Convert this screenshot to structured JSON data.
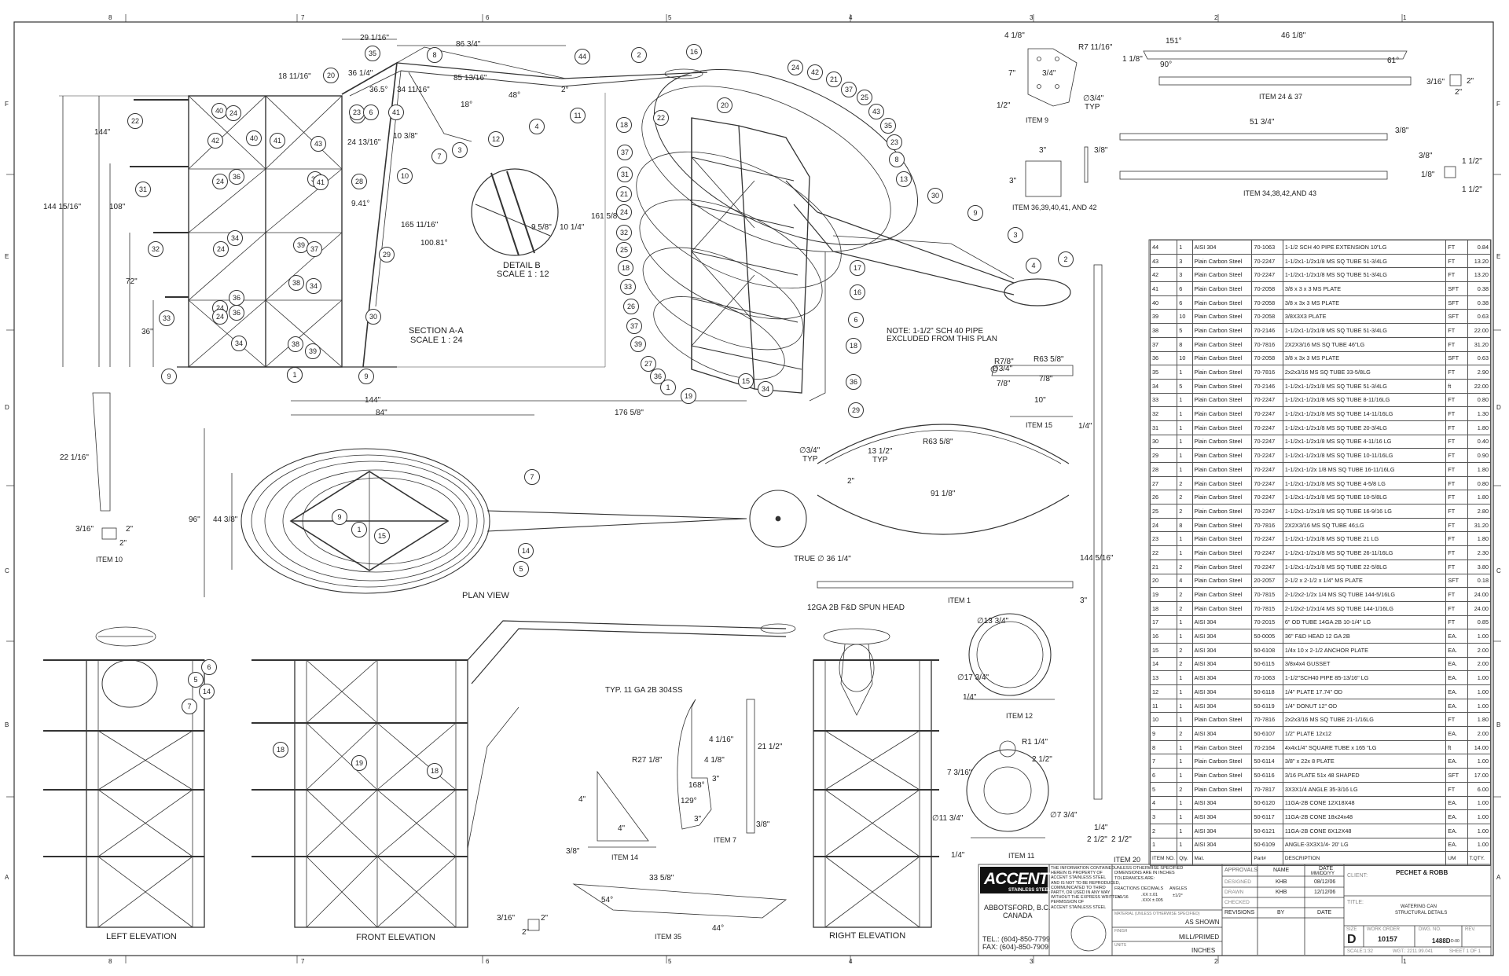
{
  "border": {
    "cols_top": [
      "8",
      "7",
      "6",
      "5",
      "4",
      "3",
      "2",
      "1"
    ],
    "rows_left": [
      "F",
      "E",
      "D",
      "C",
      "B",
      "A"
    ]
  },
  "views": {
    "section_aa": [
      "SECTION A-A",
      "SCALE 1 : 24"
    ],
    "detail_b": [
      "DETAIL B",
      "SCALE 1 : 12"
    ],
    "plan": "PLAN VIEW",
    "left_elev": "LEFT ELEVATION",
    "front_elev": "FRONT ELEVATION",
    "right_elev": "RIGHT ELEVATION",
    "item9": "ITEM 9",
    "item24": "ITEM 24 & 37",
    "item34": "ITEM 34,38,42,AND 43",
    "item36": "ITEM 36,39,40,41, AND 42",
    "item15": "ITEM 15",
    "item10": "ITEM 10",
    "item1": "ITEM 1",
    "item12": "ITEM 12",
    "item11": "ITEM 11",
    "item7": "ITEM 7",
    "item14": "ITEM 14",
    "item35": "ITEM 35",
    "item20": "ITEM 20"
  },
  "notes": {
    "pipe_note": [
      "NOTE: 1-1/2\" SCH 40 PIPE",
      "EXCLUDED FROM THIS PLAN"
    ],
    "spun_head": "12GA 2B F&D SPUN HEAD",
    "typ_gauge": "TYP. 11 GA 2B 304SS",
    "true_dia": "TRUE ∅ 36 1/4\""
  },
  "dims": {
    "d29": "29 1/16\"",
    "d86": "86 3/4\"",
    "d85": "85 13/16\"",
    "d18": "18 11/16\"",
    "d36q": "36 1/4\"",
    "d365": "36.5°",
    "d34": "34 11/16\"",
    "d18b": "18°",
    "d48": "48°",
    "d2": "2°",
    "d144": "144\"",
    "d14415": "144 15/16\"",
    "d108": "108\"",
    "d72": "72\"",
    "d36": "36\"",
    "d103": "10 3/8\"",
    "d2413": "24 13/16\"",
    "d941": "9.41°",
    "d165": "165 11/16\"",
    "d10081": "100.81°",
    "d958": "9 5/8\"",
    "d1014": "10 1/4\"",
    "d1615": "161 5/8\"",
    "p144": "144\"",
    "p84": "84\"",
    "p1765": "176 5/8\"",
    "p96": "96\"",
    "p443": "44 3/8\"",
    "i10a": "22 1/16\"",
    "i10b": "3/16\"",
    "i10c": "2\"",
    "i10d": "2\"",
    "i9a": "4 1/8\"",
    "i9b": "R7 11/16\"",
    "i9c": "7\"",
    "i9d": "3/4\"",
    "i9e": "1/2\"",
    "i9f": "∅3/4\"",
    "i9g": "TYP",
    "i24a": "151°",
    "i24b": "46 1/8\"",
    "i24c": "1 1/8\"",
    "i24d": "90°",
    "i24e": "61°",
    "i24f": "3/16\"",
    "i24g": "2\"",
    "i24h": "2\"",
    "i34a": "51 3/4\"",
    "i34b": "3/8\"",
    "i34c": "3/8\"",
    "i34d": "1 1/2\"",
    "i34e": "1/8\"",
    "i34f": "1 1/2\"",
    "i36a": "3\"",
    "i36b": "3/8\"",
    "i36c": "3\"",
    "i15a": "R7/8\"",
    "i15b": "∅3/4\"",
    "i15c": "7/8\"",
    "i15d": "R63 5/8\"",
    "i15e": "7/8\"",
    "i15f": "10\"",
    "i15g": "1/4\"",
    "i1a": "∅3/4\"",
    "i1b": "TYP",
    "i1c": "13 1/2\"",
    "i1d": "TYP",
    "i1e": "R63 5/8\"",
    "i1f": "2\"",
    "i1g": "91 1/8\"",
    "i1h": "3\"",
    "i20a": "144 5/16\"",
    "i20b": "1/4\"",
    "i20c": "2 1/2\"",
    "i20d": "2 1/2\"",
    "i12a": "∅13 3/4\"",
    "i12b": "∅17 3/4\"",
    "i12c": "1/4\"",
    "i11a": "R1 1/4\"",
    "i11b": "2 1/2\"",
    "i11c": "7 3/16\"",
    "i11d": "∅7 3/4\"",
    "i11e": "∅11 3/4\"",
    "i11f": "1/4\"",
    "i7a": "R27 1/8\"",
    "i7b": "4 1/16\"",
    "i7c": "4 1/8\"",
    "i7d": "3\"",
    "i7e": "168°",
    "i7f": "129°",
    "i7g": "3\"",
    "i7h": "21 1/2\"",
    "i7i": "3/8\"",
    "i14a": "4\"",
    "i14b": "4\"",
    "i14c": "3/8\"",
    "i35a": "33 5/8\"",
    "i35b": "54°",
    "i35c": "44°",
    "i35d": "3/16\"",
    "i35e": "2\"",
    "i35f": "2\""
  },
  "balloons": {
    "section": [
      "35",
      "8",
      "44",
      "2",
      "16",
      "20",
      "1",
      "22",
      "40",
      "24",
      "37",
      "41",
      "23",
      "6",
      "11",
      "12",
      "4",
      "42",
      "40",
      "41",
      "43",
      "3",
      "7",
      "10",
      "31",
      "24",
      "36",
      "37",
      "41",
      "28",
      "32",
      "24",
      "34",
      "39",
      "37",
      "29",
      "33",
      "24",
      "36",
      "38",
      "34",
      "30",
      "24",
      "36",
      "34",
      "38",
      "39",
      "9",
      "9",
      "1"
    ],
    "iso": [
      "24",
      "42",
      "21",
      "37",
      "25",
      "43",
      "35",
      "23",
      "8",
      "13",
      "18",
      "22",
      "20",
      "37",
      "31",
      "21",
      "24",
      "32",
      "25",
      "18",
      "33",
      "26",
      "37",
      "39",
      "27",
      "36",
      "1",
      "19",
      "15",
      "34",
      "36",
      "30",
      "9",
      "3",
      "4",
      "2",
      "17",
      "16",
      "6",
      "18",
      "29"
    ],
    "plan": [
      "7",
      "9",
      "1",
      "15",
      "14",
      "5"
    ],
    "elev": [
      "6",
      "5",
      "14",
      "7",
      "18",
      "19",
      "18"
    ]
  },
  "bom": {
    "rows": [
      [
        "44",
        "1",
        "AISI 304",
        "70-1063",
        "1-1/2 SCH 40 PIPE EXTENSION 10\"LG",
        "FT",
        "0.84"
      ],
      [
        "43",
        "3",
        "Plain Carbon Steel",
        "70-2247",
        "1-1/2x1-1/2x1/8 MS SQ TUBE 51-3/4LG",
        "FT",
        "13.20"
      ],
      [
        "42",
        "3",
        "Plain Carbon Steel",
        "70-2247",
        "1-1/2x1-1/2x1/8 MS SQ TUBE 51-3/4LG",
        "FT",
        "13.20"
      ],
      [
        "41",
        "6",
        "Plain Carbon Steel",
        "70-2058",
        "3/8 x 3 x 3 MS PLATE",
        "SFT",
        "0.38"
      ],
      [
        "40",
        "6",
        "Plain Carbon Steel",
        "70-2058",
        "3/8 x 3x 3 MS PLATE",
        "SFT",
        "0.38"
      ],
      [
        "39",
        "10",
        "Plain Carbon Steel",
        "70-2058",
        "3/8X3X3 PLATE",
        "SFT",
        "0.63"
      ],
      [
        "38",
        "5",
        "Plain Carbon Steel",
        "70-2146",
        "1-1/2x1-1/2x1/8 MS SQ TUBE 51-3/4LG",
        "FT",
        "22.00"
      ],
      [
        "37",
        "8",
        "Plain Carbon Steel",
        "70-7816",
        "2X2X3/16 MS SQ TUBE 46\"LG",
        "FT",
        "31.20"
      ],
      [
        "36",
        "10",
        "Plain Carbon Steel",
        "70-2058",
        "3/8 x 3x 3 MS PLATE",
        "SFT",
        "0.63"
      ],
      [
        "35",
        "1",
        "Plain Carbon Steel",
        "70-7816",
        "2x2x3/16 MS SQ TUBE 33-5/8LG",
        "FT",
        "2.90"
      ],
      [
        "34",
        "5",
        "Plain Carbon Steel",
        "70-2146",
        "1-1/2x1-1/2x1/8 MS SQ TUBE 51-3/4LG",
        "ft",
        "22.00"
      ],
      [
        "33",
        "1",
        "Plain Carbon Steel",
        "70-2247",
        "1-1/2x1-1/2x1/8 MS SQ TUBE 8-11/16LG",
        "FT",
        "0.80"
      ],
      [
        "32",
        "1",
        "Plain Carbon Steel",
        "70-2247",
        "1-1/2x1-1/2x1/8 MS SQ TUBE 14-11/16LG",
        "FT",
        "1.30"
      ],
      [
        "31",
        "1",
        "Plain Carbon Steel",
        "70-2247",
        "1-1/2x1-1/2x1/8 MS SQ TUBE 20-3/4LG",
        "FT",
        "1.80"
      ],
      [
        "30",
        "1",
        "Plain Carbon Steel",
        "70-2247",
        "1-1/2x1-1/2x1/8 MS SQ TUBE 4-11/16 LG",
        "FT",
        "0.40"
      ],
      [
        "29",
        "1",
        "Plain Carbon Steel",
        "70-2247",
        "1-1/2x1-1/2x1/8 MS SQ TUBE 10-11/16LG",
        "FT",
        "0.90"
      ],
      [
        "28",
        "1",
        "Plain Carbon Steel",
        "70-2247",
        "1-1/2x1-1/2x 1/8 MS SQ TUBE 16-11/16LG",
        "FT",
        "1.80"
      ],
      [
        "27",
        "2",
        "Plain Carbon Steel",
        "70-2247",
        "1-1/2x1-1/2x1/8 MS SQ TUBE 4-5/8 LG",
        "FT",
        "0.80"
      ],
      [
        "26",
        "2",
        "Plain Carbon Steel",
        "70-2247",
        "1-1/2x1-1/2x1/8 MS SQ TUBE 10-5/8LG",
        "FT",
        "1.80"
      ],
      [
        "25",
        "2",
        "Plain Carbon Steel",
        "70-2247",
        "1-1/2x1-1/2x1/8 MS SQ TUBE 16-9/16 LG",
        "FT",
        "2.80"
      ],
      [
        "24",
        "8",
        "Plain Carbon Steel",
        "70-7816",
        "2X2X3/16 MS SQ TUBE 46;LG",
        "FT",
        "31.20"
      ],
      [
        "23",
        "1",
        "Plain Carbon Steel",
        "70-2247",
        "1-1/2x1-1/2x1/8 MS SQ TUBE 21 LG",
        "FT",
        "1.80"
      ],
      [
        "22",
        "1",
        "Plain Carbon Steel",
        "70-2247",
        "1-1/2x1-1/2x1/8 MS SQ TUBE 26-11/16LG",
        "FT",
        "2.30"
      ],
      [
        "21",
        "2",
        "Plain Carbon Steel",
        "70-2247",
        "1-1/2x1-1/2x1/8 MS SQ TUBE 22-5/8LG",
        "FT",
        "3.80"
      ],
      [
        "20",
        "4",
        "Plain Carbon Steel",
        "20-2057",
        "2-1/2 x 2-1/2 x 1/4\" MS PLATE",
        "SFT",
        "0.18"
      ],
      [
        "19",
        "2",
        "Plain Carbon Steel",
        "70-7815",
        "2-1/2x2-1/2x 1/4 MS SQ TUBE 144-5/16LG",
        "FT",
        "24.00"
      ],
      [
        "18",
        "2",
        "Plain Carbon Steel",
        "70-7815",
        "2-1/2x2-1/2x1/4 MS SQ TUBE 144-1/16LG",
        "FT",
        "24.00"
      ],
      [
        "17",
        "1",
        "AISI 304",
        "70-2015",
        "6\" OD TUBE 14GA 2B 10-1/4\" LG",
        "FT",
        "0.85"
      ],
      [
        "16",
        "1",
        "AISI 304",
        "50-0005",
        "36\" F&D HEAD 12 GA 2B",
        "EA.",
        "1.00"
      ],
      [
        "15",
        "2",
        "AISI 304",
        "50-6108",
        "1/4x 10 x 2-1/2 ANCHOR PLATE",
        "EA.",
        "2.00"
      ],
      [
        "14",
        "2",
        "AISI 304",
        "50-6115",
        "3/8x4x4 GUSSET",
        "EA.",
        "2.00"
      ],
      [
        "13",
        "1",
        "AISI 304",
        "70-1063",
        "1-1/2\"SCH40 PIPE 85-13/16\" LG",
        "EA.",
        "1.00"
      ],
      [
        "12",
        "1",
        "AISI 304",
        "50-6118",
        "1/4\" PLATE 17.74\" OD",
        "EA.",
        "1.00"
      ],
      [
        "11",
        "1",
        "AISI 304",
        "50-6119",
        "1/4\" DONUT 12\" OD",
        "EA.",
        "1.00"
      ],
      [
        "10",
        "1",
        "Plain Carbon Steel",
        "70-7816",
        "2x2x3/16 MS SQ TUBE 21-1/16LG",
        "FT",
        "1.80"
      ],
      [
        "9",
        "2",
        "AISI 304",
        "50-6107",
        "1/2\" PLATE 12x12",
        "EA.",
        "2.00"
      ],
      [
        "8",
        "1",
        "Plain Carbon Steel",
        "70-2164",
        "4x4x1/4\" SQUARE TUBE x 165 \"LG",
        "ft",
        "14.00"
      ],
      [
        "7",
        "1",
        "Plain Carbon Steel",
        "50-6114",
        "3/8\" x 22x 8 PLATE",
        "EA.",
        "1.00"
      ],
      [
        "6",
        "1",
        "Plain Carbon Steel",
        "50-6116",
        "3/16 PLATE 51x 48 SHAPED",
        "SFT",
        "17.00"
      ],
      [
        "5",
        "2",
        "Plain Carbon Steel",
        "70-7817",
        "3X3X1/4 ANGLE 35-3/16 LG",
        "FT",
        "6.00"
      ],
      [
        "4",
        "1",
        "AISI 304",
        "50-6120",
        "11GA-2B CONE 12X18X48",
        "EA.",
        "1.00"
      ],
      [
        "3",
        "1",
        "AISI 304",
        "50-6117",
        "11GA-2B CONE 18x24x48",
        "EA.",
        "1.00"
      ],
      [
        "2",
        "1",
        "AISI 304",
        "50-6121",
        "11GA-2B CONE 6X12X48",
        "EA.",
        "1.00"
      ],
      [
        "1",
        "1",
        "AISI 304",
        "50-6109",
        "ANGLE-3X3X1/4- 20' LG",
        "EA.",
        "1.00"
      ]
    ],
    "header": [
      "ITEM NO.",
      "Qty.",
      "Mat.",
      "Part#",
      "DESCRIPTION",
      "UM",
      "T.QTY."
    ]
  },
  "title_block": {
    "company": "ACCENT",
    "company_sub": "STAINLESS STEEL",
    "city": [
      "ABBOTSFORD, B.C.",
      "CANADA"
    ],
    "tel": "TEL.: (604)-850-7799",
    "fax": "FAX: (604)-850-7909",
    "confidential": [
      "THE INFORMATION CONTAINED",
      "HEREIN IS PROPERTY OF",
      "ACCENT STAINLESS STEEL",
      "AND IS NOT TO BE REPRODUCED,",
      "COMMUNICATED TO THIRD",
      "PARTY, OR USED IN ANY WAY",
      "WITHOUT THE EXPRESS WRITTEN",
      "PERMISSION OF",
      "ACCENT STAINLESS STEEL"
    ],
    "tolerance": [
      "UNLESS OTHERWISE SPECIFIED",
      "DIMENSIONS ARE IN INCHES",
      "TOLERANCES ARE:"
    ],
    "tol_cols": [
      "FRACTIONS",
      "DECIMALS",
      "ANGLES"
    ],
    "tol_vals": [
      "±1/16",
      ".XX ±.01",
      ".XXX ±.005",
      "±1/2°"
    ],
    "material_label": "MATERIAL (UNLESS OTHERWISE SPECIFIED)",
    "material": "AS SHOWN",
    "finish_label": "FINISH",
    "finish": "MILL/PRIMED",
    "units_label": "UNITS",
    "units": "INCHES",
    "approvals": "APPROVALS",
    "name_col": "NAME",
    "date_col": [
      "DATE",
      "MM/DD/YY"
    ],
    "designed": "DESIGNED",
    "drawn": "DRAWN",
    "checked": "CHECKED",
    "designed_by": "KHB",
    "designed_date": "08/12/06",
    "drawn_by": "KHB",
    "drawn_date": "12/12/06",
    "revisions": "REVISIONS",
    "by": "BY",
    "rev_date": "DATE",
    "client_label": "CLIENT:",
    "client": "PECHET & ROBB",
    "title_label": "TITLE:",
    "title": [
      "WATERING CAN",
      "STRUCTURAL DETAILS"
    ],
    "size_label": "SIZE",
    "size": "D",
    "wo_label": "WORK ORDER",
    "wo": "10157",
    "dwg_label": "DWG. NO.",
    "dwg": "1488D",
    "dwg_sub": "D-00",
    "rev_label": "REV.",
    "scale": "SCALE:1:32",
    "wgt": "WGT.: 2211.99.041",
    "sheet": "SHEET 1 OF 1"
  }
}
